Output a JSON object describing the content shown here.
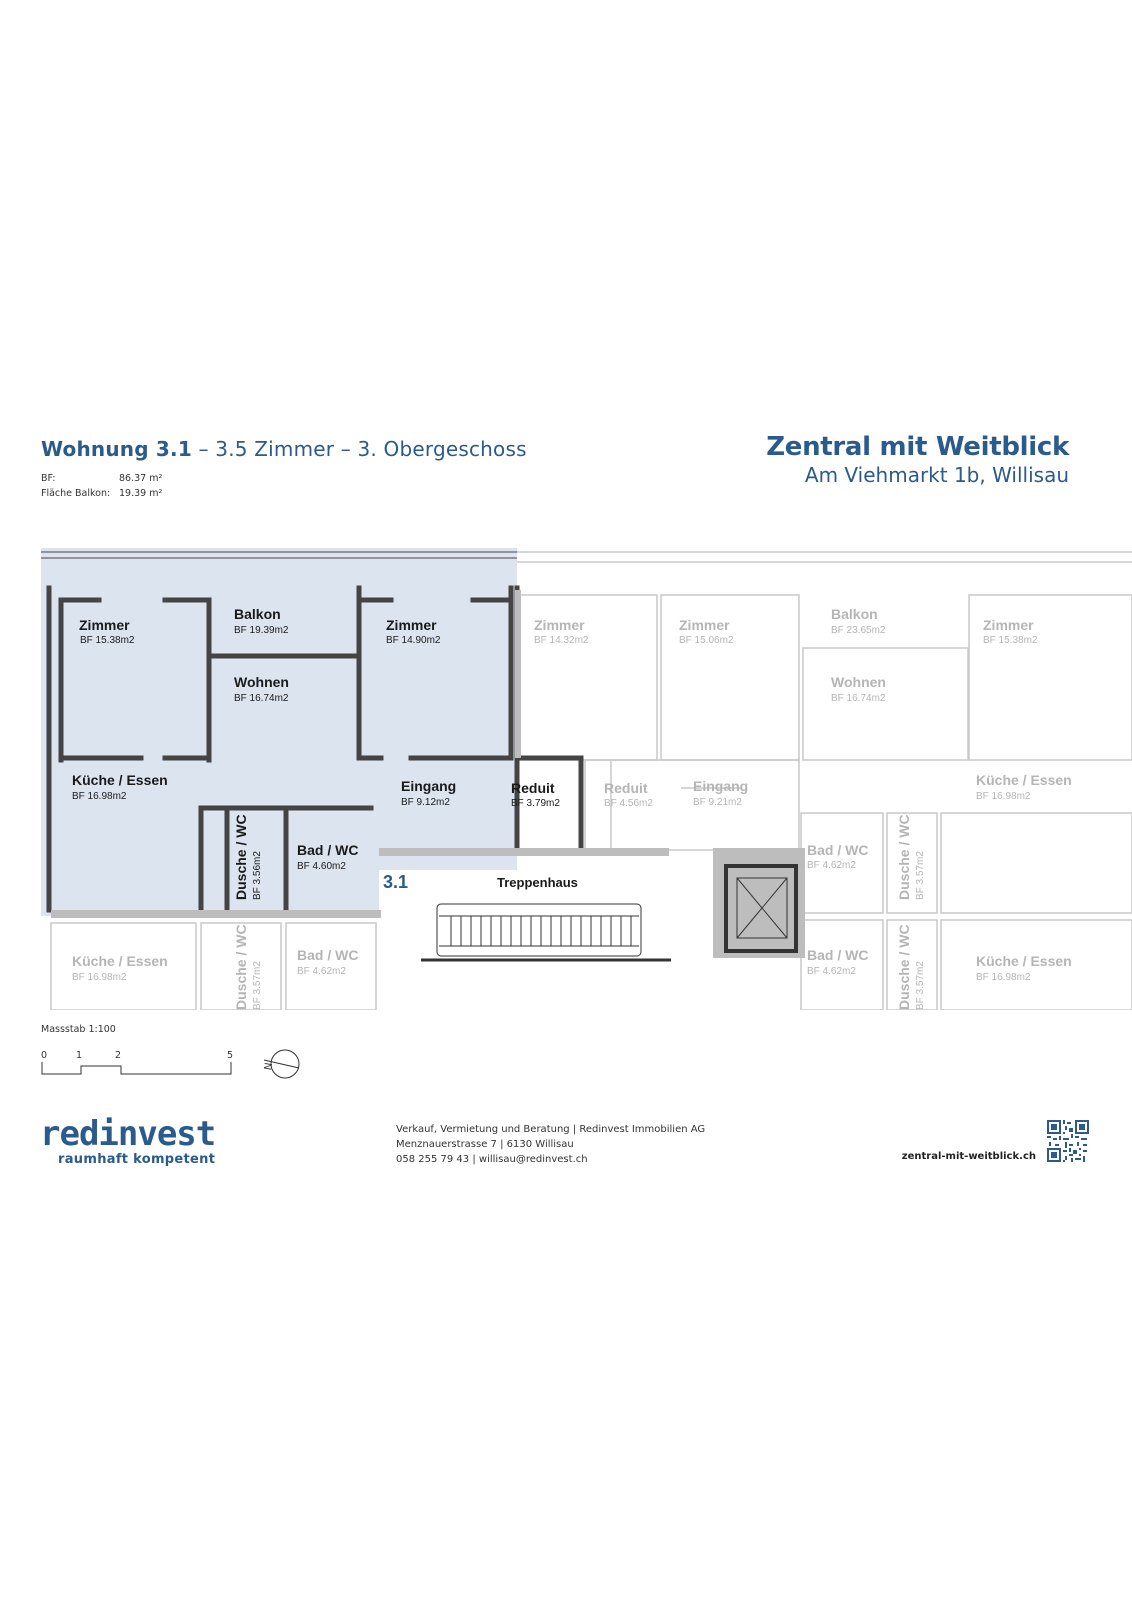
{
  "unit": {
    "title_bold": "Wohnung 3.1",
    "title_rest": " – 3.5 Zimmer – 3. Obergeschoss",
    "stats": [
      {
        "label": "BF:",
        "value": "86.37 m²"
      },
      {
        "label": "Fläche Balkon:",
        "value": "19.39 m²"
      }
    ]
  },
  "project": {
    "title": "Zentral mit Weitblick",
    "address": "Am Viehmarkt 1b, Willisau"
  },
  "plan": {
    "unit_label": "3.1",
    "stair_label": "Treppenhaus",
    "rooms": [
      {
        "name": "Zimmer",
        "area": "BF 15.38m2"
      },
      {
        "name": "Balkon",
        "area": "BF 19.39m2"
      },
      {
        "name": "Zimmer",
        "area": "BF 14.90m2"
      },
      {
        "name": "Wohnen",
        "area": "BF 16.74m2"
      },
      {
        "name": "Küche / Essen",
        "area": "BF 16.98m2"
      },
      {
        "name": "Eingang",
        "area": "BF 9.12m2"
      },
      {
        "name": "Reduit",
        "area": "BF 3.79m2"
      },
      {
        "name": "Bad / WC",
        "area": "BF 4.60m2"
      },
      {
        "name": "Dusche / WC",
        "area": "BF 3.56m2"
      }
    ],
    "ghost_rooms": [
      {
        "name": "Zimmer",
        "area": "BF 14.32m2"
      },
      {
        "name": "Zimmer",
        "area": "BF 15.06m2"
      },
      {
        "name": "Balkon",
        "area": "BF 23.65m2"
      },
      {
        "name": "Zimmer",
        "area": "BF 15.38m2"
      },
      {
        "name": "Wohnen",
        "area": "BF 16.74m2"
      },
      {
        "name": "Reduit",
        "area": "BF 4.56m2"
      },
      {
        "name": "Eingang",
        "area": "BF 9.21m2"
      },
      {
        "name": "Küche / Essen",
        "area": "BF 16.98m2"
      },
      {
        "name": "Bad / WC",
        "area": "BF 4.62m2"
      },
      {
        "name": "Bad / WC",
        "area": "BF 4.62m2"
      },
      {
        "name": "Dusche / WC",
        "area": "BF 3.57m2"
      },
      {
        "name": "Dusche / WC",
        "area": "BF 3.57m2"
      },
      {
        "name": "Küche / Essen",
        "area": "BF 16.98m2"
      },
      {
        "name": "Küche / Essen",
        "area": "BF 16.98m2"
      },
      {
        "name": "Bad / WC",
        "area": "BF 4.62m2"
      },
      {
        "name": "Dusche / WC",
        "area": "BF 3.57m2"
      }
    ],
    "highlight_color": "#dce4f0"
  },
  "scale": {
    "label": "Massstab 1:100",
    "ticks": [
      "0",
      "1",
      "2",
      "5"
    ],
    "north": "N"
  },
  "footer": {
    "logo_word": "redinvest",
    "logo_tagline": "raumhaft kompetent",
    "contact_lines": [
      "Verkauf, Vermietung und Beratung | Redinvest Immobilien AG",
      "Menznauerstrasse 7 | 6130 Willisau",
      "058 255 79 43 | willisau@redinvest.ch"
    ],
    "website": "zentral-mit-weitblick.ch"
  },
  "colors": {
    "brand": "#2b5a8c"
  }
}
